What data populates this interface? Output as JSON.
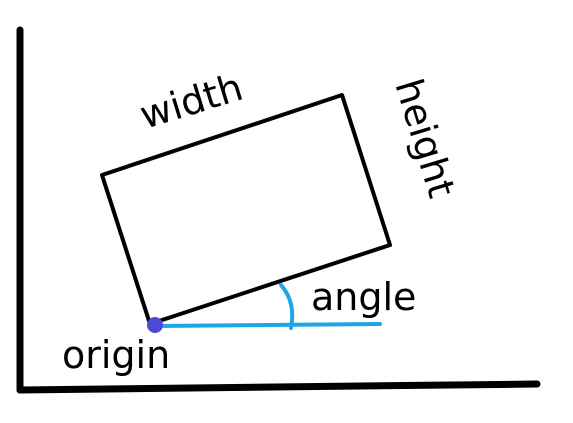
{
  "labels": {
    "width": "width",
    "height": "height",
    "angle": "angle",
    "origin": "origin"
  },
  "colors": {
    "stroke": "#000000",
    "angle_line": "#1ea7e8",
    "origin_dot": "#4a4ad6",
    "background": "#ffffff"
  }
}
